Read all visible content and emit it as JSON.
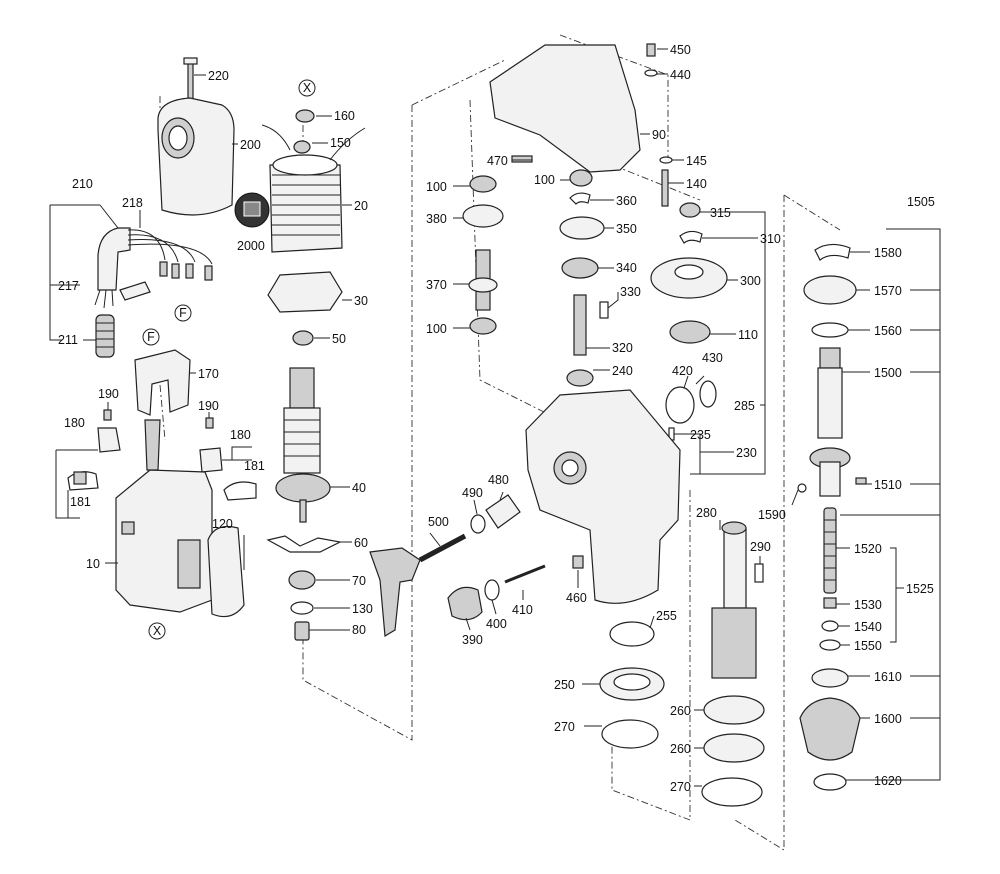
{
  "diagram": {
    "callouts": {
      "c220": "220",
      "c160": "160",
      "c150": "150",
      "c200": "200",
      "c20": "20",
      "c2000": "2000",
      "c210": "210",
      "c218": "218",
      "c217": "217",
      "c211": "211",
      "c30": "30",
      "c50": "50",
      "c170": "170",
      "c190a": "190",
      "c190b": "190",
      "c180a": "180",
      "c180b": "180",
      "c181a": "181",
      "c181b": "181",
      "c40": "40",
      "c10": "10",
      "c120": "120",
      "c60": "60",
      "c70": "70",
      "c130": "130",
      "c80": "80",
      "c450": "450",
      "c440": "440",
      "c90": "90",
      "c470": "470",
      "c145": "145",
      "c100a": "100",
      "c100b": "100",
      "c100c": "100",
      "c140": "140",
      "c380": "380",
      "c360": "360",
      "c350": "350",
      "c340": "340",
      "c370": "370",
      "c330": "330",
      "c320": "320",
      "c240": "240",
      "c420": "420",
      "c430": "430",
      "c235": "235",
      "c230": "230",
      "c285": "285",
      "c480": "480",
      "c490": "490",
      "c500": "500",
      "c460": "460",
      "c410": "410",
      "c400": "400",
      "c390": "390",
      "c255": "255",
      "c250": "250",
      "c270a": "270",
      "c270b": "270",
      "c280": "280",
      "c290": "290",
      "c260a": "260",
      "c260b": "260",
      "c315": "315",
      "c310": "310",
      "c300": "300",
      "c110": "110",
      "c1505": "1505",
      "c1580": "1580",
      "c1570": "1570",
      "c1560": "1560",
      "c1500": "1500",
      "c1510": "1510",
      "c1590": "1590",
      "c1520": "1520",
      "c1525": "1525",
      "c1530": "1530",
      "c1540": "1540",
      "c1550": "1550",
      "c1610": "1610",
      "c1600": "1600",
      "c1620": "1620"
    },
    "markers": {
      "x_top": "X",
      "x_bottom": "X",
      "f_top": "F",
      "f_bottom": "F"
    }
  }
}
